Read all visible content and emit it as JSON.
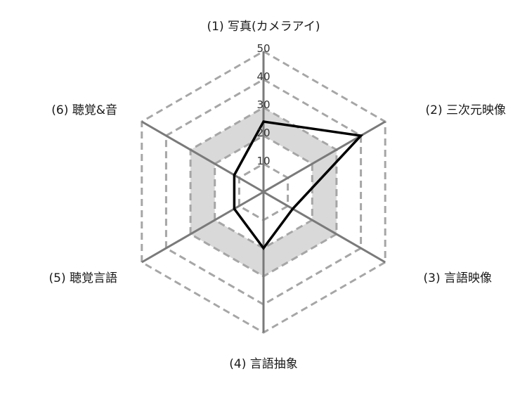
{
  "chart_data": {
    "type": "radar",
    "axes": [
      "(1) 写真(カメラアイ)",
      "(2) 三次元映像",
      "(3) 言語映像",
      "(4) 言語抽象",
      "(5) 聴覚言語",
      "(6) 聴覚&音"
    ],
    "values": [
      25,
      40,
      12,
      20,
      12,
      12
    ],
    "rlim": [
      0,
      50
    ],
    "rticks": [
      "10",
      "20",
      "30",
      "40",
      "50"
    ],
    "shaded_band": [
      20,
      30
    ],
    "grid": true,
    "colors": {
      "series": "#000000",
      "spokes": "#7a7a7a",
      "grid": "#a6a6a6",
      "band": "#d9d9d9"
    }
  }
}
